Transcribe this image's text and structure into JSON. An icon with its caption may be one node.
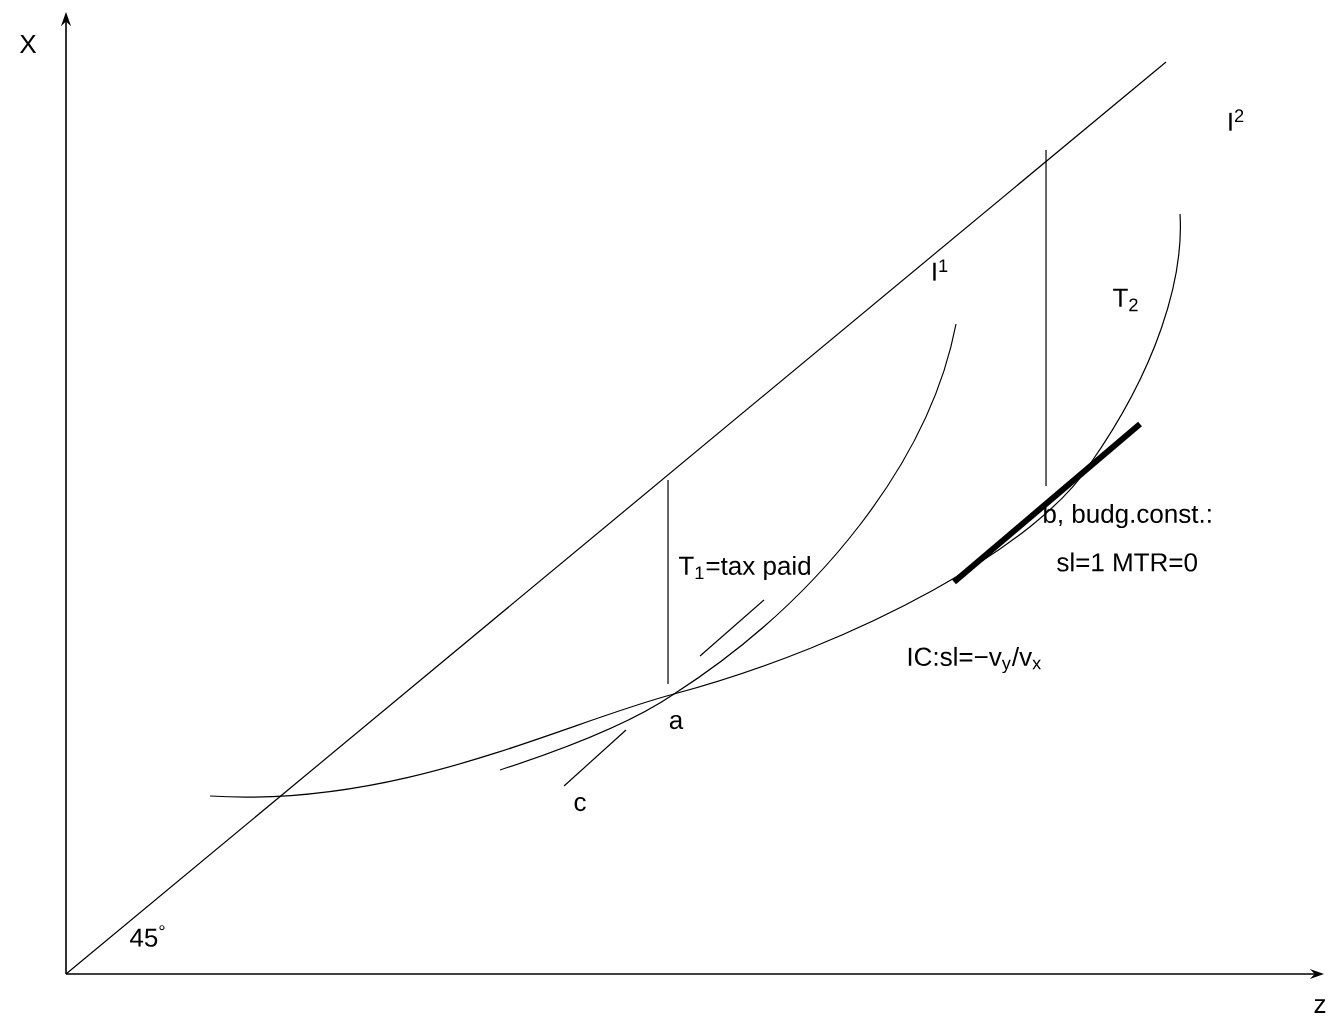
{
  "diagram": {
    "labels": [
      "X",
      "I$^{2}$",
      "I$^{1}$",
      "T$_{2}$",
      "b,  budg.const.:",
      "sl=1 MTR=0",
      "T$_{1}$=tax paid",
      "IC:sl=−v$_{y}$/v$_{x}$",
      "a",
      "c",
      "45$^{°}$",
      "z"
    ]
  }
}
